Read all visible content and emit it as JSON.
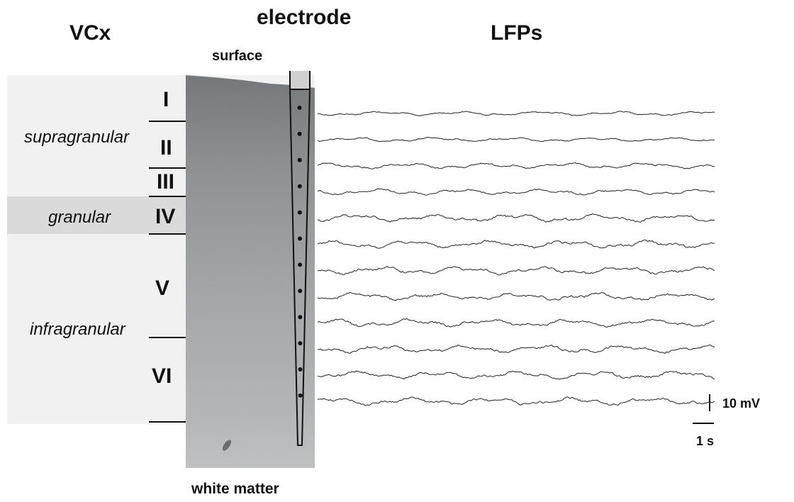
{
  "titles": {
    "left": "VCx",
    "center": "electrode",
    "right": "LFPs"
  },
  "surface_label": "surface",
  "bottom_label": "white matter",
  "layers": [
    "I",
    "II",
    "III",
    "IV",
    "V",
    "VI"
  ],
  "regions": {
    "supragranular": "supragranular",
    "granular": "granular",
    "infragranular": "infragranular"
  },
  "scale_bar": {
    "voltage": "10 mV",
    "time": "1 s"
  },
  "traces": {
    "count": 12
  },
  "colors": {
    "panel": "#f1f1f1",
    "granular_band": "#dadada",
    "ink": "#111111"
  }
}
